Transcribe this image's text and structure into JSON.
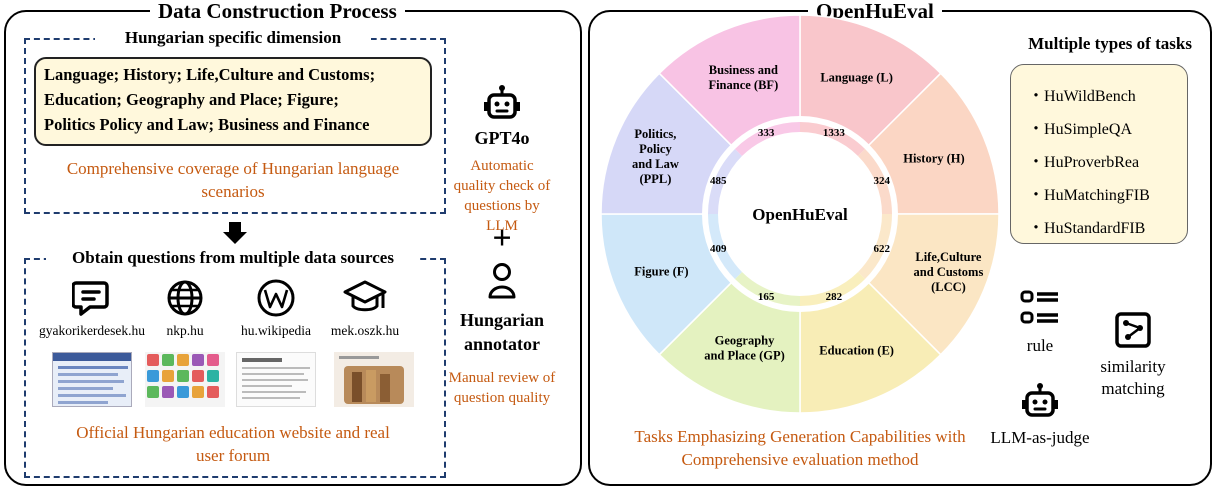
{
  "left_panel": {
    "title": "Data Construction Process",
    "dimension": {
      "heading": "Hungarian specific dimension",
      "lines": [
        "Language; History;  Life,Culture and Customs;",
        "Education;  Geography and Place;  Figure;",
        "Politics Policy and Law; Business and Finance"
      ],
      "note": "Comprehensive coverage of Hungarian language scenarios"
    },
    "sources": {
      "heading": "Obtain questions from multiple data sources",
      "items": [
        {
          "label": "gyakorikerdesek.hu",
          "icon": "chat-icon"
        },
        {
          "label": "nkp.hu",
          "icon": "globe-icon"
        },
        {
          "label": "hu.wikipedia",
          "icon": "wikipedia-icon"
        },
        {
          "label": "mek.oszk.hu",
          "icon": "graduation-cap-icon"
        }
      ],
      "note": "Official Hungarian education website and real user forum"
    },
    "gpt": {
      "label": "GPT4o",
      "note": "Automatic quality check of questions by LLM"
    },
    "plus": "+",
    "annotator": {
      "label": "Hungarian annotator",
      "note": "Manual review of question quality"
    }
  },
  "right_panel": {
    "title": "OpenHuEval",
    "center_label": "OpenHuEval",
    "caption": "Tasks Emphasizing Generation Capabilities with Comprehensive evaluation method",
    "segments": [
      {
        "name": "Language (L)",
        "count": "1333",
        "color": "#f9c6cb"
      },
      {
        "name": "History (H)",
        "count": "324",
        "color": "#fbd6c4"
      },
      {
        "name": "Life,Culture and Customs (LCC)",
        "count": "622",
        "color": "#fbe6c4"
      },
      {
        "name": "Education (E)",
        "count": "282",
        "color": "#f8edb6"
      },
      {
        "name": "Geography and Place (GP)",
        "count": "165",
        "color": "#e4f2c0"
      },
      {
        "name": "Figure (F)",
        "count": "409",
        "color": "#cfe7f9"
      },
      {
        "name": "Politics, Policy and Law (PPL)",
        "count": "485",
        "color": "#d6d8f7"
      },
      {
        "name": "Business and Finance (BF)",
        "count": "333",
        "color": "#f8c3e4"
      }
    ],
    "tasks": {
      "heading": "Multiple types of tasks",
      "items": [
        "HuWildBench",
        "HuSimpleQA",
        "HuProverbRea",
        "HuMatchingFIB",
        "HuStandardFIB"
      ]
    },
    "methods": [
      {
        "label": "rule",
        "icon": "list-icon"
      },
      {
        "label": "similarity matching",
        "icon": "graph-icon"
      },
      {
        "label": "LLM-as-judge",
        "icon": "robot-icon"
      }
    ]
  }
}
